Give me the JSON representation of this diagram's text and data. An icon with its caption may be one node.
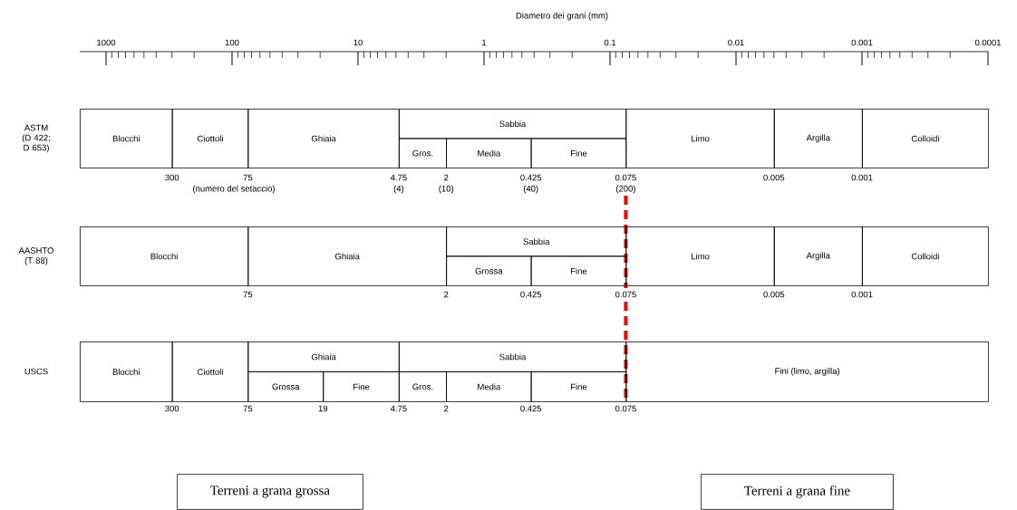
{
  "diagram": {
    "nodes": [
      {
        "text": [
          "Blocchi"
        ]
      },
      {
        "text": [
          "Ciottoli"
        ]
      },
      {
        "text": [
          "Ghiaia"
        ]
      },
      {
        "text": [
          "Sabbia"
        ]
      },
      {
        "text": [
          "Gros."
        ]
      },
      {
        "text": [
          "Media"
        ]
      },
      {
        "text": [
          "Fine"
        ]
      },
      {
        "text": [
          "Limo"
        ]
      },
      {
        "text": [
          "Argilla"
        ]
      },
      {
        "text": [
          "Colloidi"
        ]
      },
      {
        "text": [
          "Blocchi"
        ]
      },
      {
        "text": [
          "Ghiaia"
        ]
      },
      {
        "text": [
          "Sabbia"
        ]
      },
      {
        "text": [
          "Grossa"
        ]
      },
      {
        "text": [
          "Fine"
        ]
      },
      {
        "text": [
          "Limo"
        ]
      },
      {
        "text": [
          "Argilla"
        ]
      },
      {
        "text": [
          "Colloidi"
        ]
      },
      {
        "text": [
          "Blocchi"
        ]
      },
      {
        "text": [
          "Ciottoli"
        ]
      },
      {
        "text": [
          "Ghiaia"
        ]
      },
      {
        "text": [
          "Grossa"
        ]
      },
      {
        "text": [
          "Fine"
        ]
      },
      {
        "text": [
          "Sabbia"
        ]
      },
      {
        "text": [
          "Gros."
        ]
      },
      {
        "text": [
          "Media"
        ]
      },
      {
        "text": [
          "Fine"
        ]
      },
      {
        "text": [
          "Fini (limo, argilla)"
        ]
      },
      {
        "text": [
          "Terreni a grana grossa"
        ]
      },
      {
        "text": [
          "Terreni a grana fine"
        ]
      }
    ],
    "labels": [
      "Diametro dei grani (mm)",
      "1000",
      "100",
      "10",
      "1",
      "0.1",
      "0.01",
      "0.001",
      "0.0001",
      "ASTM (D 422; D 653)",
      "300",
      "75",
      "4.75",
      "2",
      "0.425",
      "0.075",
      "0.005",
      "0.001",
      "(numero del setaccio)",
      "(4)",
      "(10)",
      "(40)",
      "(200)",
      "AASHTO (T 88)",
      "75",
      "2",
      "0.425",
      "0.075",
      "0.005",
      "0.001",
      "USCS",
      "300",
      "75",
      "19",
      "4.75",
      "2",
      "0.425",
      "0.075"
    ]
  }
}
